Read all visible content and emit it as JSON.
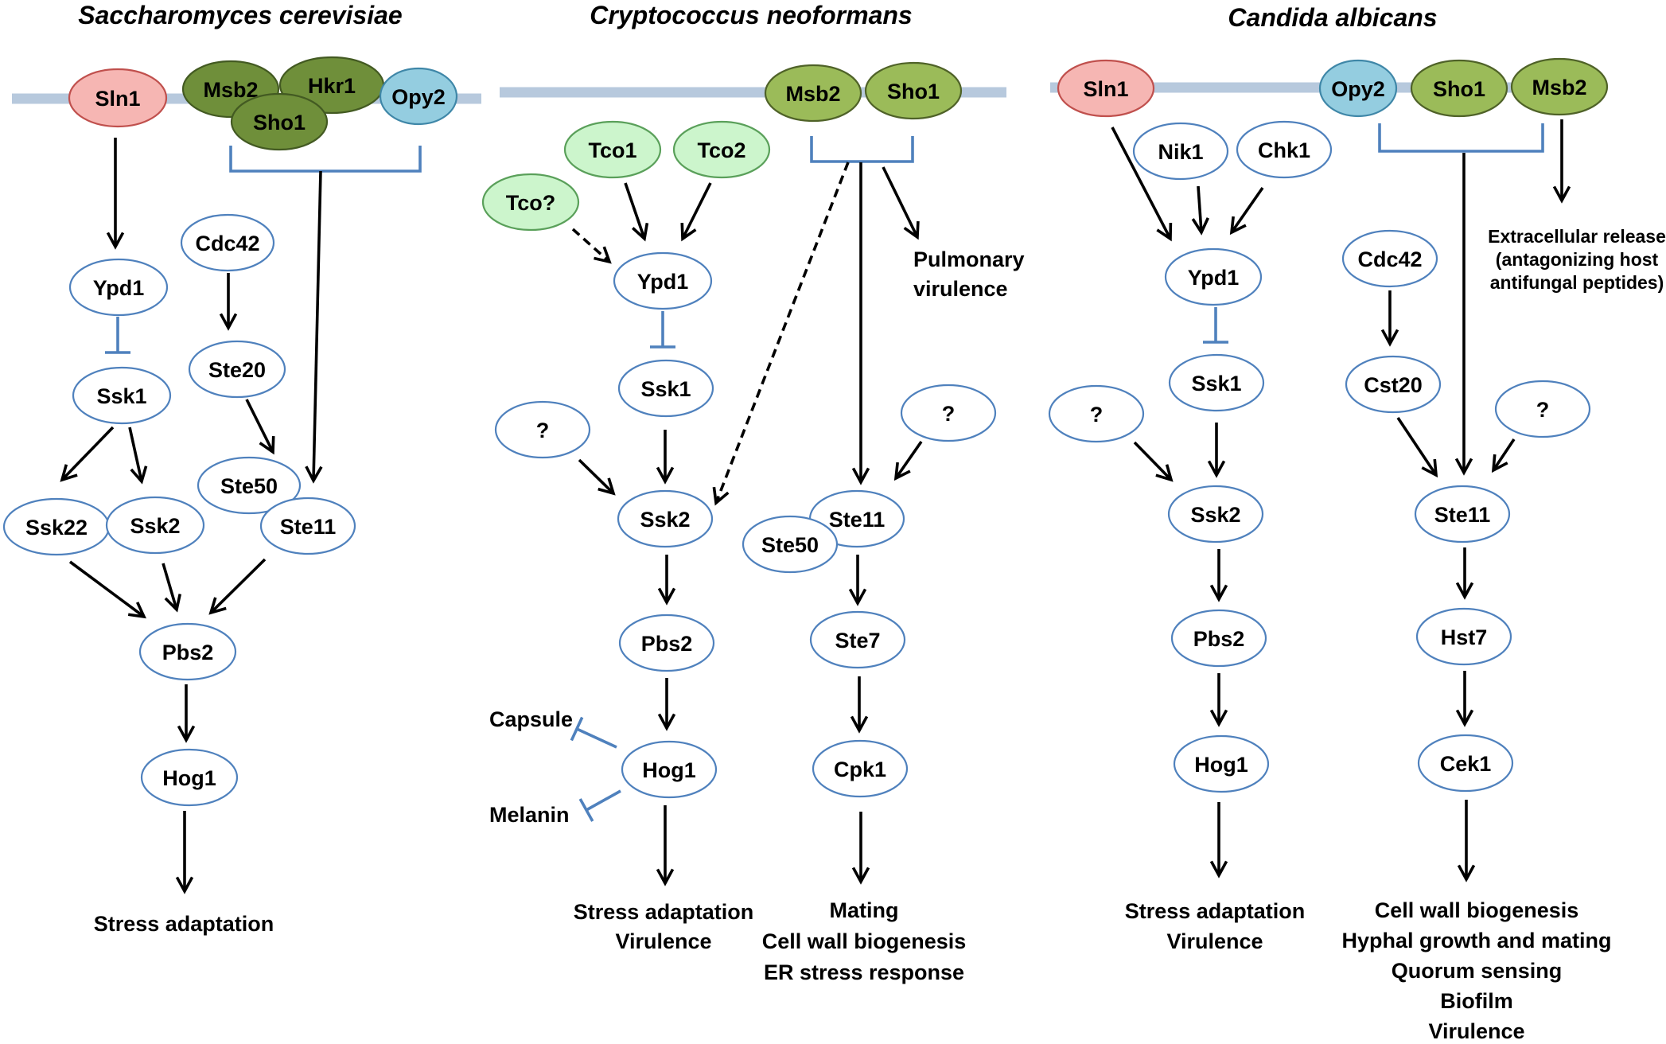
{
  "titles": {
    "sc": "Saccharomyces cerevisiae",
    "cn": "Cryptococcus neoformans",
    "ca": "Candida albicans"
  },
  "nodes": {
    "sc_sln1": "Sln1",
    "sc_msb2": "Msb2",
    "sc_hkr1": "Hkr1",
    "sc_sho1": "Sho1",
    "sc_opy2": "Opy2",
    "sc_ypd1": "Ypd1",
    "sc_ssk1": "Ssk1",
    "sc_ssk22": "Ssk22",
    "sc_ssk2": "Ssk2",
    "sc_cdc42": "Cdc42",
    "sc_ste20": "Ste20",
    "sc_ste50": "Ste50",
    "sc_ste11": "Ste11",
    "sc_pbs2": "Pbs2",
    "sc_hog1": "Hog1",
    "cn_msb2": "Msb2",
    "cn_sho1": "Sho1",
    "cn_tco1": "Tco1",
    "cn_tco2": "Tco2",
    "cn_tcoq": "Tco?",
    "cn_ypd1": "Ypd1",
    "cn_ssk1": "Ssk1",
    "cn_q1": "?",
    "cn_ssk2": "Ssk2",
    "cn_pbs2": "Pbs2",
    "cn_hog1": "Hog1",
    "cn_q2": "?",
    "cn_ste11": "Ste11",
    "cn_ste50": "Ste50",
    "cn_ste7": "Ste7",
    "cn_cpk1": "Cpk1",
    "ca_sln1": "Sln1",
    "ca_opy2": "Opy2",
    "ca_sho1": "Sho1",
    "ca_msb2": "Msb2",
    "ca_nik1": "Nik1",
    "ca_chk1": "Chk1",
    "ca_ypd1": "Ypd1",
    "ca_ssk1": "Ssk1",
    "ca_q1": "?",
    "ca_ssk2": "Ssk2",
    "ca_pbs2": "Pbs2",
    "ca_hog1": "Hog1",
    "ca_cdc42": "Cdc42",
    "ca_cst20": "Cst20",
    "ca_q2": "?",
    "ca_ste11": "Ste11",
    "ca_hst7": "Hst7",
    "ca_cek1": "Cek1"
  },
  "labels": {
    "sc_out": "Stress adaptation",
    "cn_pulm_1": "Pulmonary",
    "cn_pulm_2": "virulence",
    "cn_capsule": "Capsule",
    "cn_melanin": "Melanin",
    "cn_hog_out_1": "Stress adaptation",
    "cn_hog_out_2": "Virulence",
    "cn_cpk_out_1": "Mating",
    "cn_cpk_out_2": "Cell wall biogenesis",
    "cn_cpk_out_3": "ER stress response",
    "ca_msb2_out_1": "Extracellular release",
    "ca_msb2_out_2": "(antagonizing host",
    "ca_msb2_out_3": "antifungal peptides)",
    "ca_hog_out_1": "Stress adaptation",
    "ca_hog_out_2": "Virulence",
    "ca_cek_out_1": "Cell wall biogenesis",
    "ca_cek_out_2": "Hyphal growth and mating",
    "ca_cek_out_3": "Quorum sensing",
    "ca_cek_out_4": "Biofilm",
    "ca_cek_out_5": "Virulence"
  },
  "colors": {
    "membrane": "#b7c9dd",
    "node_outline": "#4f81bd",
    "sensor_red": "#f6b6b3",
    "sensor_dark_green": "#6f8f3a",
    "sensor_green": "#9bbb59",
    "sensor_light_green": "#ccf5cc",
    "sensor_blue": "#94cde0",
    "inhibition": "#4f81bd"
  }
}
